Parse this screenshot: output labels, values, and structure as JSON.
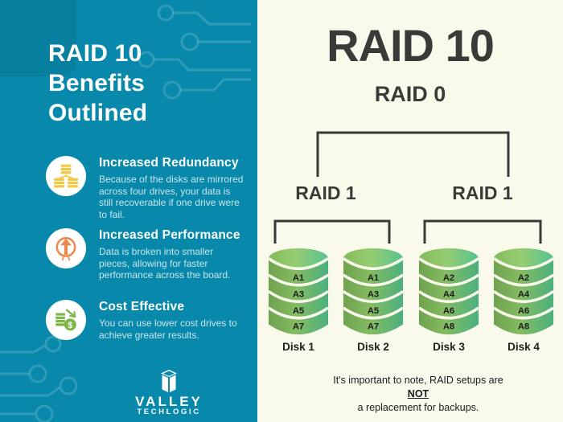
{
  "colors": {
    "panel_teal": "#0889AB",
    "background_cream": "#FAFAEC",
    "heading_dark": "#3A3A38",
    "disk_green_left": "#6FA24F",
    "disk_green_right": "#4BB07E",
    "icon_yellow": "#F1C840",
    "icon_orange": "#EE8A4F",
    "icon_green": "#7BB646",
    "circuit_line": "rgba(255,255,255,0.16)"
  },
  "left": {
    "title_lines": [
      "RAID 10",
      "Benefits",
      "Outlined"
    ],
    "benefits": [
      {
        "icon": "servers-network-icon",
        "title": "Increased Redundancy",
        "description": "Because of the disks are mirrored across four drives, your data is still recoverable if one drive were to fail."
      },
      {
        "icon": "arrow-up-performance-icon",
        "title": "Increased Performance",
        "description": "Data is broken into smaller pieces, allowing for faster performance across the board."
      },
      {
        "icon": "coins-dollar-icon",
        "title": "Cost Effective",
        "description": "You can use lower cost drives to achieve greater results."
      }
    ],
    "logo": {
      "name": "VALLEY",
      "sub": "TECHLOGIC"
    }
  },
  "right": {
    "title": "RAID 10",
    "subtitle": "RAID 0",
    "raid1_labels": [
      "RAID 1",
      "RAID 1"
    ],
    "disks": [
      {
        "label": "Disk 1",
        "blocks": [
          "A1",
          "A3",
          "A5",
          "A7"
        ]
      },
      {
        "label": "Disk 2",
        "blocks": [
          "A1",
          "A3",
          "A5",
          "A7"
        ]
      },
      {
        "label": "Disk 3",
        "blocks": [
          "A2",
          "A4",
          "A6",
          "A8"
        ]
      },
      {
        "label": "Disk 4",
        "blocks": [
          "A2",
          "A4",
          "A6",
          "A8"
        ]
      }
    ],
    "note": {
      "line1": "It's important to note, RAID setups are",
      "emphasis": "NOT",
      "line2": "a replacement for backups."
    }
  }
}
